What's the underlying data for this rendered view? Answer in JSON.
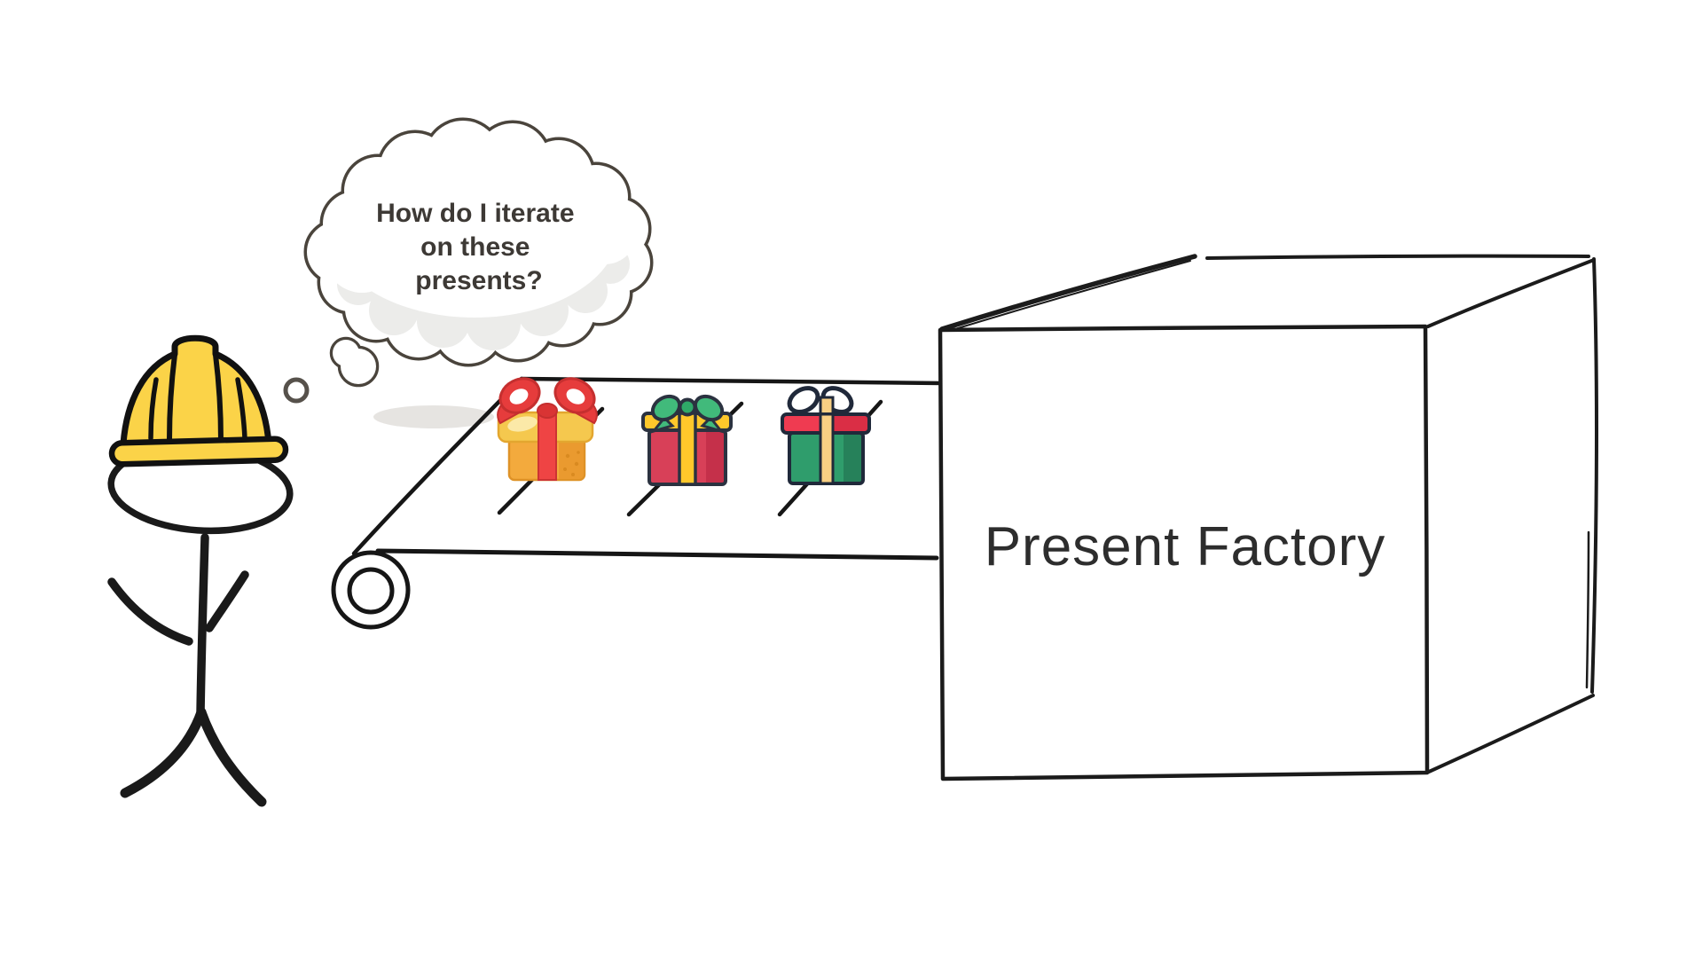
{
  "illustration": {
    "title": "Present Factory cartoon",
    "thought_bubble": {
      "lines": [
        "How do I iterate",
        "on these",
        "presents?"
      ],
      "full_text": "How do I iterate on these presents?"
    },
    "factory": {
      "label": "Present Factory"
    },
    "icons": [
      "engineer-stick-figure-icon",
      "hard-hat-icon",
      "thought-bubble-icon",
      "conveyor-belt-icon",
      "gold-present-red-bow-icon",
      "red-present-green-bow-icon",
      "green-present-white-bow-icon",
      "factory-box-icon"
    ],
    "present_count": 3
  },
  "colors": {
    "background": "#ffffff",
    "outline_dark": "#1a1a1a",
    "bubble_outline": "#4a443c",
    "bubble_shade": "#ececea",
    "bubble_text": "#3d3935",
    "factory_text": "#2d2d2d",
    "belt_shadow": "#e6e4e1",
    "hat_yellow": "#FBD348",
    "present1_box": "#F3AA3D",
    "present1_lid": "#F5C84E",
    "present1_ribbon": "#EF4444",
    "present1_bow": "#E63C3C",
    "present2_box": "#D84058",
    "present2_lid": "#FFC82B",
    "present2_bow": "#41BA7B",
    "present3_box": "#2F9D6C",
    "present3_lid": "#EF3B51",
    "present3_ribbon": "#F8CF83"
  }
}
